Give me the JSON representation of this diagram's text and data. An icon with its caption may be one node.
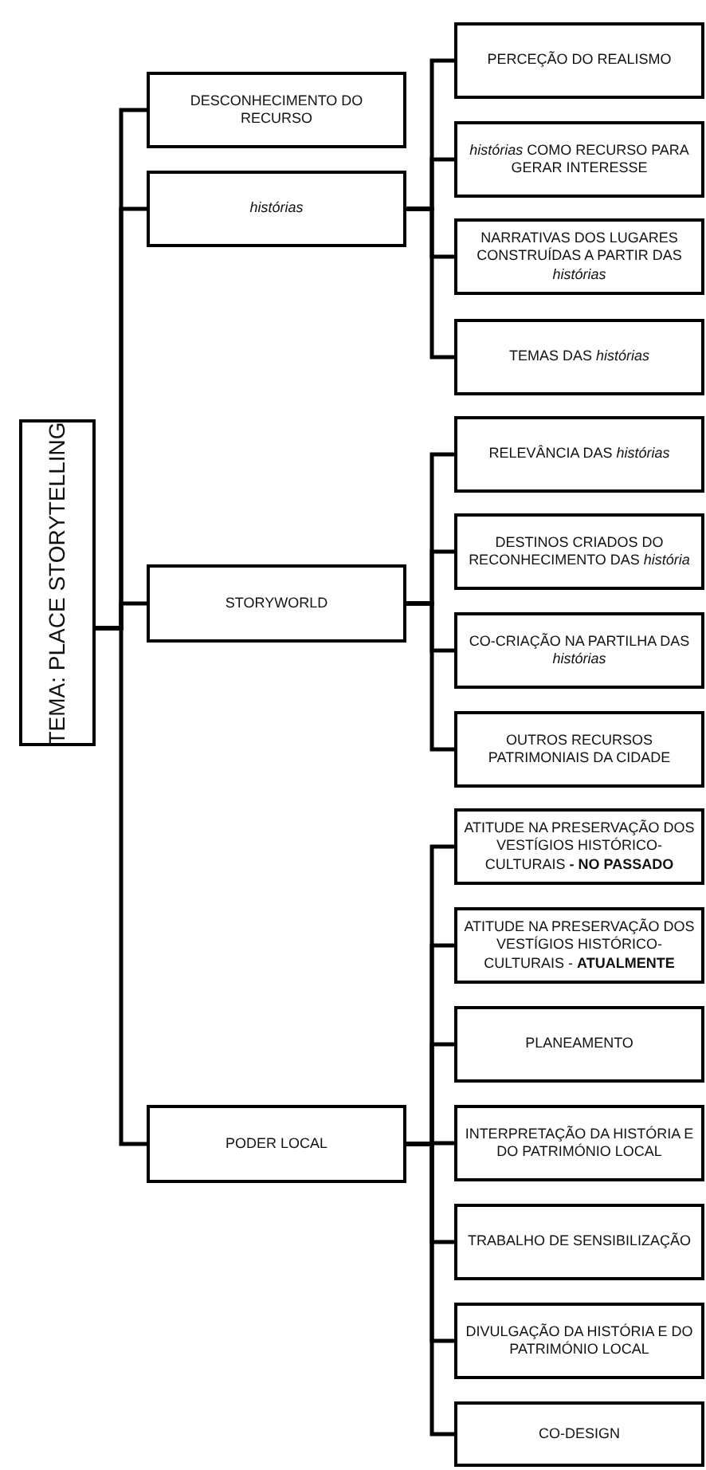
{
  "diagram": {
    "nodes": [
      {
        "text": [
          "TEMA: PLACE STORYTELLING"
        ]
      },
      {
        "text": [
          "DESCONHECIMENTO DO RECURSO"
        ]
      },
      {
        "text": [
          "histórias"
        ]
      },
      {
        "text": [
          "STORYWORLD"
        ]
      },
      {
        "text": [
          "PODER LOCAL"
        ]
      },
      {
        "text": [
          "PERCEÇÃO DO REALISMO"
        ]
      },
      {
        "text": [
          "*histórias* COMO RECURSO PARA GERAR INTERESSE"
        ]
      },
      {
        "text": [
          "NARRATIVAS DOS LUGARES CONSTRUÍDAS A PARTIR DAS *histórias*"
        ]
      },
      {
        "text": [
          "TEMAS DAS *histórias*"
        ]
      },
      {
        "text": [
          "RELEVÂNCIA DAS *histórias*"
        ]
      },
      {
        "text": [
          "DESTINOS CRIADOS DO RECONHECIMENTO DAS *história*"
        ]
      },
      {
        "text": [
          "CO-CRIAÇÃO NA PARTILHA DAS *histórias*"
        ]
      },
      {
        "text": [
          "OUTROS RECURSOS PATRIMONIAIS DA CIDADE"
        ]
      },
      {
        "text": [
          "ATITUDE NA PRESERVAÇÃO DOS VESTÍGIOS HISTÓRICO-CULTURAIS **- NO PASSADO**"
        ]
      },
      {
        "text": [
          "ATITUDE NA PRESERVAÇÃO DOS VESTÍGIOS HISTÓRICO-CULTURAIS - **ATUALMENTE**"
        ]
      },
      {
        "text": [
          "PLANEAMENTO"
        ]
      },
      {
        "text": [
          "INTERPRETAÇÃO DA HISTÓRIA E DO PATRIMÓNIO LOCAL"
        ]
      },
      {
        "text": [
          "TRABALHO DE SENSIBILIZAÇÃO"
        ]
      },
      {
        "text": [
          "DIVULGAÇÃO DA HISTÓRIA E DO PATRIMÓNIO LOCAL"
        ]
      },
      {
        "text": [
          "CO-DESIGN"
        ]
      }
    ],
    "edges": [
      {
        "from": 0,
        "to": 1,
        "arrow": "none"
      },
      {
        "from": 0,
        "to": 2,
        "arrow": "none"
      },
      {
        "from": 0,
        "to": 3,
        "arrow": "none"
      },
      {
        "from": 0,
        "to": 4,
        "arrow": "none"
      },
      {
        "from": 2,
        "to": 5,
        "arrow": "none"
      },
      {
        "from": 2,
        "to": 6,
        "arrow": "none"
      },
      {
        "from": 2,
        "to": 7,
        "arrow": "none"
      },
      {
        "from": 2,
        "to": 8,
        "arrow": "none"
      },
      {
        "from": 3,
        "to": 9,
        "arrow": "none"
      },
      {
        "from": 3,
        "to": 10,
        "arrow": "none"
      },
      {
        "from": 3,
        "to": 11,
        "arrow": "none"
      },
      {
        "from": 3,
        "to": 12,
        "arrow": "none"
      },
      {
        "from": 4,
        "to": 13,
        "arrow": "none"
      },
      {
        "from": 4,
        "to": 14,
        "arrow": "none"
      },
      {
        "from": 4,
        "to": 15,
        "arrow": "none"
      },
      {
        "from": 4,
        "to": 16,
        "arrow": "none"
      },
      {
        "from": 4,
        "to": 17,
        "arrow": "none"
      },
      {
        "from": 4,
        "to": 18,
        "arrow": "none"
      },
      {
        "from": 4,
        "to": 19,
        "arrow": "none"
      }
    ]
  }
}
